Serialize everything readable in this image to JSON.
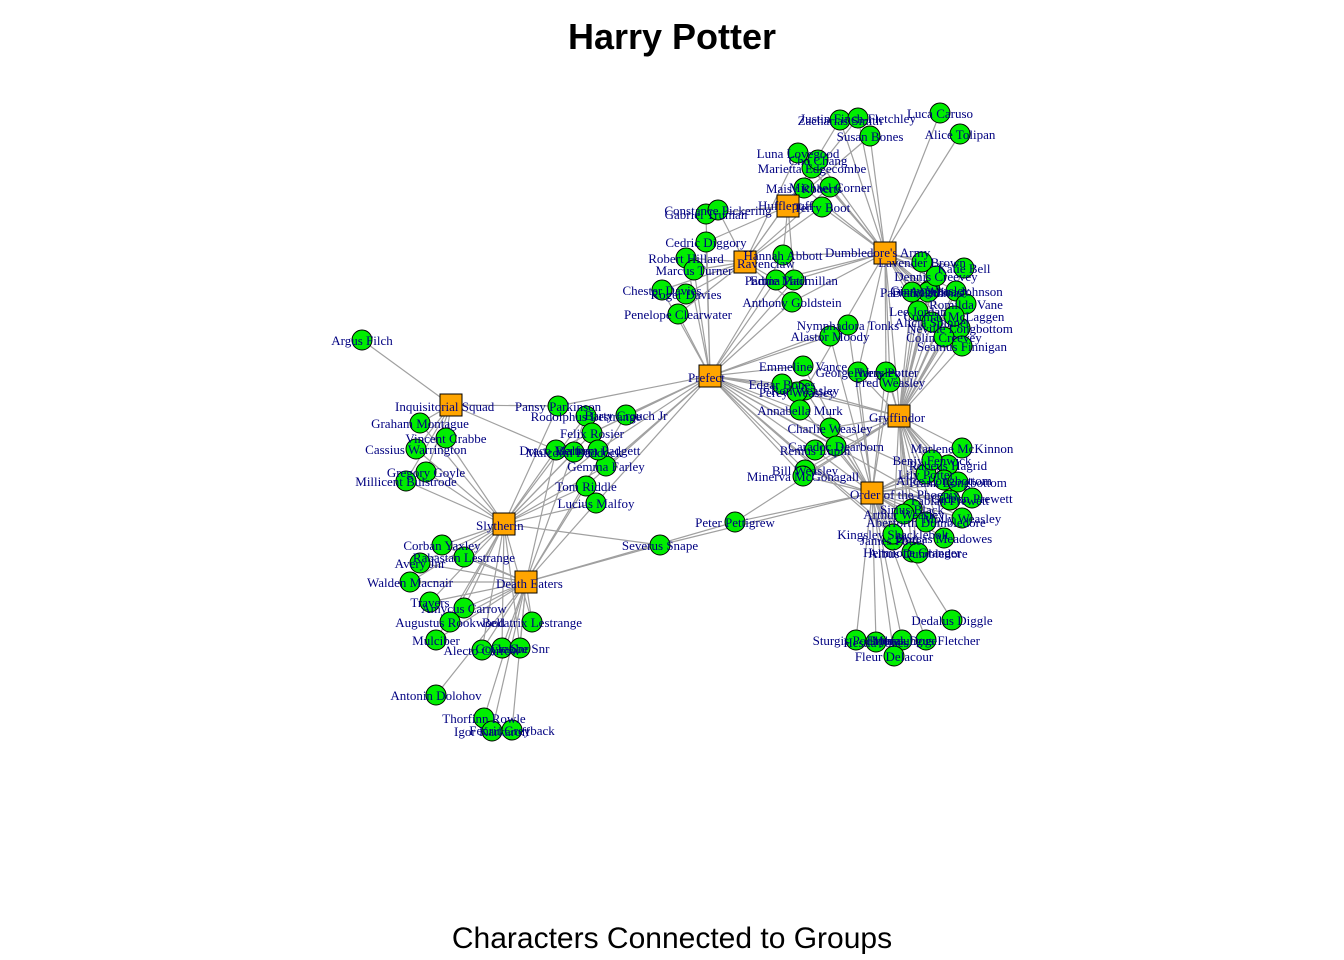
{
  "title": "Harry Potter",
  "subtitle": "Characters Connected to Groups",
  "colors": {
    "group_fill": "#FFA500",
    "character_fill": "#00EE00",
    "edge": "#A0A0A0",
    "label": "#000080",
    "outline": "#000000"
  },
  "groups": [
    "Hufflepuff",
    "Ravenclaw",
    "Dumbledore's Army",
    "Prefect",
    "Inquisitorial Squad",
    "Slytherin",
    "Death Eaters",
    "Gryffindor",
    "Order of the Phoenix"
  ],
  "characters": [
    {
      "name": "Zacharias Smith",
      "groups": [
        "Hufflepuff",
        "Dumbledore's Army"
      ]
    },
    {
      "name": "Justin Finch-Fletchley",
      "groups": [
        "Hufflepuff",
        "Dumbledore's Army"
      ]
    },
    {
      "name": "Susan Bones",
      "groups": [
        "Hufflepuff",
        "Dumbledore's Army"
      ]
    },
    {
      "name": "Ernie Macmillan",
      "groups": [
        "Hufflepuff",
        "Dumbledore's Army",
        "Prefect"
      ]
    },
    {
      "name": "Hannah Abbott",
      "groups": [
        "Hufflepuff",
        "Dumbledore's Army",
        "Prefect"
      ]
    },
    {
      "name": "Cedric Diggory",
      "groups": [
        "Hufflepuff",
        "Prefect"
      ]
    },
    {
      "name": "Gabriel Truman",
      "groups": [
        "Hufflepuff",
        "Prefect"
      ]
    },
    {
      "name": "Luna Lovegood",
      "groups": [
        "Ravenclaw",
        "Dumbledore's Army"
      ]
    },
    {
      "name": "Marietta Edgecombe",
      "groups": [
        "Ravenclaw",
        "Dumbledore's Army"
      ]
    },
    {
      "name": "Cho Chang",
      "groups": [
        "Ravenclaw",
        "Dumbledore's Army"
      ]
    },
    {
      "name": "Michael Corner",
      "groups": [
        "Ravenclaw",
        "Dumbledore's Army"
      ]
    },
    {
      "name": "Terry Boot",
      "groups": [
        "Ravenclaw",
        "Dumbledore's Army"
      ]
    },
    {
      "name": "Padma Patil",
      "groups": [
        "Ravenclaw",
        "Dumbledore's Army",
        "Prefect"
      ]
    },
    {
      "name": "Anthony Goldstein",
      "groups": [
        "Ravenclaw",
        "Dumbledore's Army",
        "Prefect"
      ]
    },
    {
      "name": "Robert Hillard",
      "groups": [
        "Ravenclaw",
        "Prefect"
      ]
    },
    {
      "name": "Penelope Clearwater",
      "groups": [
        "Ravenclaw",
        "Prefect"
      ]
    },
    {
      "name": "Constance Pickering",
      "groups": [
        "Ravenclaw"
      ]
    },
    {
      "name": "Luca Caruso",
      "groups": [
        "Dumbledore's Army"
      ]
    },
    {
      "name": "Alice Tolipan",
      "groups": [
        "Dumbledore's Army"
      ]
    },
    {
      "name": "Harry Potter",
      "groups": [
        "Gryffindor",
        "Dumbledore's Army",
        "Order of the Phoenix"
      ]
    },
    {
      "name": "Hermione Granger",
      "groups": [
        "Gryffindor",
        "Dumbledore's Army",
        "Prefect",
        "Order of the Phoenix"
      ]
    },
    {
      "name": "Ron Weasley",
      "groups": [
        "Gryffindor",
        "Dumbledore's Army",
        "Prefect",
        "Order of the Phoenix"
      ]
    },
    {
      "name": "Ginny Weasley",
      "groups": [
        "Gryffindor",
        "Dumbledore's Army"
      ]
    },
    {
      "name": "Neville Longbottom",
      "groups": [
        "Gryffindor",
        "Dumbledore's Army"
      ]
    },
    {
      "name": "Fred Weasley",
      "groups": [
        "Gryffindor",
        "Dumbledore's Army",
        "Order of the Phoenix"
      ]
    },
    {
      "name": "George Weasley",
      "groups": [
        "Gryffindor",
        "Dumbledore's Army",
        "Order of the Phoenix"
      ]
    },
    {
      "name": "Seamus Finnigan",
      "groups": [
        "Gryffindor",
        "Dumbledore's Army"
      ]
    },
    {
      "name": "Dean Thomas",
      "groups": [
        "Gryffindor",
        "Dumbledore's Army"
      ]
    },
    {
      "name": "Lee Jordan",
      "groups": [
        "Gryffindor",
        "Dumbledore's Army"
      ]
    },
    {
      "name": "Angelina Johnson",
      "groups": [
        "Gryffindor",
        "Dumbledore's Army"
      ]
    },
    {
      "name": "Alicia Spinnet",
      "groups": [
        "Gryffindor",
        "Dumbledore's Army"
      ]
    },
    {
      "name": "Katie Bell",
      "groups": [
        "Gryffindor",
        "Dumbledore's Army"
      ]
    },
    {
      "name": "Colin Creevey",
      "groups": [
        "Gryffindor",
        "Dumbledore's Army"
      ]
    },
    {
      "name": "Dennis Creevey",
      "groups": [
        "Gryffindor",
        "Dumbledore's Army"
      ]
    },
    {
      "name": "Lavender Brown",
      "groups": [
        "Gryffindor",
        "Dumbledore's Army"
      ]
    },
    {
      "name": "Parvati Patil",
      "groups": [
        "Gryffindor",
        "Dumbledore's Army"
      ]
    },
    {
      "name": "Romilda Vane",
      "groups": [
        "Gryffindor"
      ]
    },
    {
      "name": "Cormac McLaggen",
      "groups": [
        "Gryffindor"
      ]
    },
    {
      "name": "Percy Weasley",
      "groups": [
        "Gryffindor",
        "Prefect"
      ]
    },
    {
      "name": "Bill Weasley",
      "groups": [
        "Gryffindor",
        "Prefect",
        "Order of the Phoenix"
      ]
    },
    {
      "name": "Charlie Weasley",
      "groups": [
        "Gryffindor",
        "Order of the Phoenix"
      ]
    },
    {
      "name": "Minerva McGonagall",
      "groups": [
        "Gryffindor",
        "Prefect",
        "Order of the Phoenix"
      ]
    },
    {
      "name": "Remus Lupin",
      "groups": [
        "Gryffindor",
        "Prefect",
        "Order of the Phoenix"
      ]
    },
    {
      "name": "Lily Potter",
      "groups": [
        "Gryffindor",
        "Prefect",
        "Order of the Phoenix"
      ]
    },
    {
      "name": "James Potter",
      "groups": [
        "Gryffindor",
        "Order of the Phoenix"
      ]
    },
    {
      "name": "Sirius Black",
      "groups": [
        "Gryffindor",
        "Order of the Phoenix"
      ]
    },
    {
      "name": "Peter Pettigrew",
      "groups": [
        "Gryffindor",
        "Order of the Phoenix",
        "Death Eaters"
      ]
    },
    {
      "name": "Rubeus Hagrid",
      "groups": [
        "Gryffindor",
        "Order of the Phoenix"
      ]
    },
    {
      "name": "Albus Dumbledore",
      "groups": [
        "Gryffindor",
        "Prefect",
        "Order of the Phoenix"
      ]
    },
    {
      "name": "Arthur Weasley",
      "groups": [
        "Gryffindor",
        "Order of the Phoenix"
      ]
    },
    {
      "name": "Molly Weasley",
      "groups": [
        "Gryffindor",
        "Prefect",
        "Order of the Phoenix"
      ]
    },
    {
      "name": "Marlene McKinnon",
      "groups": [
        "Gryffindor",
        "Order of the Phoenix"
      ]
    },
    {
      "name": "Benjy Fenwick",
      "groups": [
        "Gryffindor",
        "Order of the Phoenix"
      ]
    },
    {
      "name": "Alice Longbottom",
      "groups": [
        "Gryffindor",
        "Order of the Phoenix"
      ]
    },
    {
      "name": "Frank Longbottom",
      "groups": [
        "Gryffindor",
        "Order of the Phoenix"
      ]
    },
    {
      "name": "Fabian Prewett",
      "groups": [
        "Gryffindor",
        "Order of the Phoenix"
      ]
    },
    {
      "name": "Gideon Prewett",
      "groups": [
        "Gryffindor",
        "Order of the Phoenix"
      ]
    },
    {
      "name": "Dorcas Meadowes",
      "groups": [
        "Gryffindor",
        "Order of the Phoenix"
      ]
    },
    {
      "name": "Aberforth Dumbledore",
      "groups": [
        "Gryffindor",
        "Order of the Phoenix"
      ]
    },
    {
      "name": "Kingsley Shacklebolt",
      "groups": [
        "Order of the Phoenix"
      ]
    },
    {
      "name": "Nymphadora Tonks",
      "groups": [
        "Order of the Phoenix",
        "Prefect"
      ]
    },
    {
      "name": "Alastor Moody",
      "groups": [
        "Order of the Phoenix",
        "Prefect"
      ]
    },
    {
      "name": "Emmeline Vance",
      "groups": [
        "Order of the Phoenix",
        "Prefect"
      ]
    },
    {
      "name": "Edgar Bones",
      "groups": [
        "Order of the Phoenix",
        "Prefect"
      ]
    },
    {
      "name": "Caradoc Dearborn",
      "groups": [
        "Order of the Phoenix",
        "Prefect"
      ]
    },
    {
      "name": "Annabella Murk",
      "groups": [
        "Prefect"
      ]
    },
    {
      "name": "Dedalus Diggle",
      "groups": [
        "Order of the Phoenix"
      ]
    },
    {
      "name": "Sturgis Podmore",
      "groups": [
        "Order of the Phoenix"
      ]
    },
    {
      "name": "Hestia Jones",
      "groups": [
        "Order of the Phoenix"
      ]
    },
    {
      "name": "Elphias Doge",
      "groups": [
        "Order of the Phoenix"
      ]
    },
    {
      "name": "Mundungus Fletcher",
      "groups": [
        "Order of the Phoenix"
      ]
    },
    {
      "name": "Fleur Delacour",
      "groups": [
        "Order of the Phoenix"
      ]
    },
    {
      "name": "Severus Snape",
      "groups": [
        "Order of the Phoenix",
        "Slytherin",
        "Death Eaters"
      ]
    },
    {
      "name": "Argus Filch",
      "groups": [
        "Inquisitorial Squad"
      ]
    },
    {
      "name": "Graham Montague",
      "groups": [
        "Inquisitorial Squad",
        "Slytherin"
      ]
    },
    {
      "name": "Vincent Crabbe",
      "groups": [
        "Inquisitorial Squad",
        "Slytherin"
      ]
    },
    {
      "name": "Gregory Goyle",
      "groups": [
        "Inquisitorial Squad",
        "Slytherin"
      ]
    },
    {
      "name": "Millicent Bulstrode",
      "groups": [
        "Inquisitorial Squad",
        "Slytherin"
      ]
    },
    {
      "name": "Cassius Warrington",
      "groups": [
        "Inquisitorial Squad",
        "Slytherin"
      ]
    },
    {
      "name": "Pansy Parkinson",
      "groups": [
        "Inquisitorial Squad",
        "Slytherin",
        "Prefect"
      ]
    },
    {
      "name": "Draco Malfoy",
      "groups": [
        "Inquisitorial Squad",
        "Slytherin",
        "Prefect",
        "Death Eaters"
      ]
    },
    {
      "name": "Barty Crouch Jr",
      "groups": [
        "Death Eaters",
        "Prefect"
      ]
    },
    {
      "name": "Rodolphus Lestrange",
      "groups": [
        "Slytherin",
        "Death Eaters"
      ]
    },
    {
      "name": "Felix Rosier",
      "groups": [
        "Slytherin",
        "Prefect"
      ]
    },
    {
      "name": "Malcolm Baddock",
      "groups": [
        "Slytherin"
      ]
    },
    {
      "name": "Gemma Farley",
      "groups": [
        "Slytherin",
        "Prefect"
      ]
    },
    {
      "name": "Bertram Padgett",
      "groups": [
        "Slytherin",
        "Prefect"
      ]
    },
    {
      "name": "Tom Riddle",
      "groups": [
        "Slytherin",
        "Prefect",
        "Death Eaters"
      ]
    },
    {
      "name": "Lucius Malfoy",
      "groups": [
        "Slytherin",
        "Prefect",
        "Death Eaters"
      ]
    },
    {
      "name": "Corban Yaxley",
      "groups": [
        "Slytherin",
        "Death Eaters"
      ]
    },
    {
      "name": "Rabastan Lestrange",
      "groups": [
        "Slytherin",
        "Death Eaters"
      ]
    },
    {
      "name": "Bellatrix Lestrange",
      "groups": [
        "Slytherin",
        "Death Eaters"
      ]
    },
    {
      "name": "Avery Jnr",
      "groups": [
        "Slytherin",
        "Death Eaters"
      ]
    },
    {
      "name": "Walden Macnair",
      "groups": [
        "Slytherin",
        "Death Eaters"
      ]
    },
    {
      "name": "Amycus Carrow",
      "groups": [
        "Slytherin",
        "Death Eaters"
      ]
    },
    {
      "name": "Alecto Carrow",
      "groups": [
        "Slytherin",
        "Death Eaters"
      ]
    },
    {
      "name": "Augustus Rookwood",
      "groups": [
        "Slytherin",
        "Death Eaters"
      ]
    },
    {
      "name": "Goyle Snr",
      "groups": [
        "Slytherin",
        "Death Eaters"
      ]
    },
    {
      "name": "Crabbe Snr",
      "groups": [
        "Slytherin",
        "Death Eaters"
      ]
    },
    {
      "name": "Mulciber",
      "groups": [
        "Slytherin",
        "Death Eaters"
      ]
    },
    {
      "name": "Travers",
      "groups": [
        "Slytherin",
        "Death Eaters"
      ]
    },
    {
      "name": "Antonin Dolohov",
      "groups": [
        "Death Eaters"
      ]
    },
    {
      "name": "Thorfinn Rowle",
      "groups": [
        "Death Eaters"
      ]
    },
    {
      "name": "Igor Karkaroff",
      "groups": [
        "Death Eaters"
      ]
    },
    {
      "name": "Fenrir Greyback",
      "groups": [
        "Death Eaters"
      ]
    },
    {
      "name": "Chester Davies",
      "groups": [
        "Ravenclaw",
        "Prefect"
      ]
    },
    {
      "name": "Marcus Turner",
      "groups": [
        "Ravenclaw",
        "Prefect"
      ]
    },
    {
      "name": "Roger Davies",
      "groups": [
        "Ravenclaw"
      ]
    },
    {
      "name": "Maisy Roberts",
      "groups": [
        "Hufflepuff",
        "Dumbledore's Army"
      ]
    }
  ]
}
